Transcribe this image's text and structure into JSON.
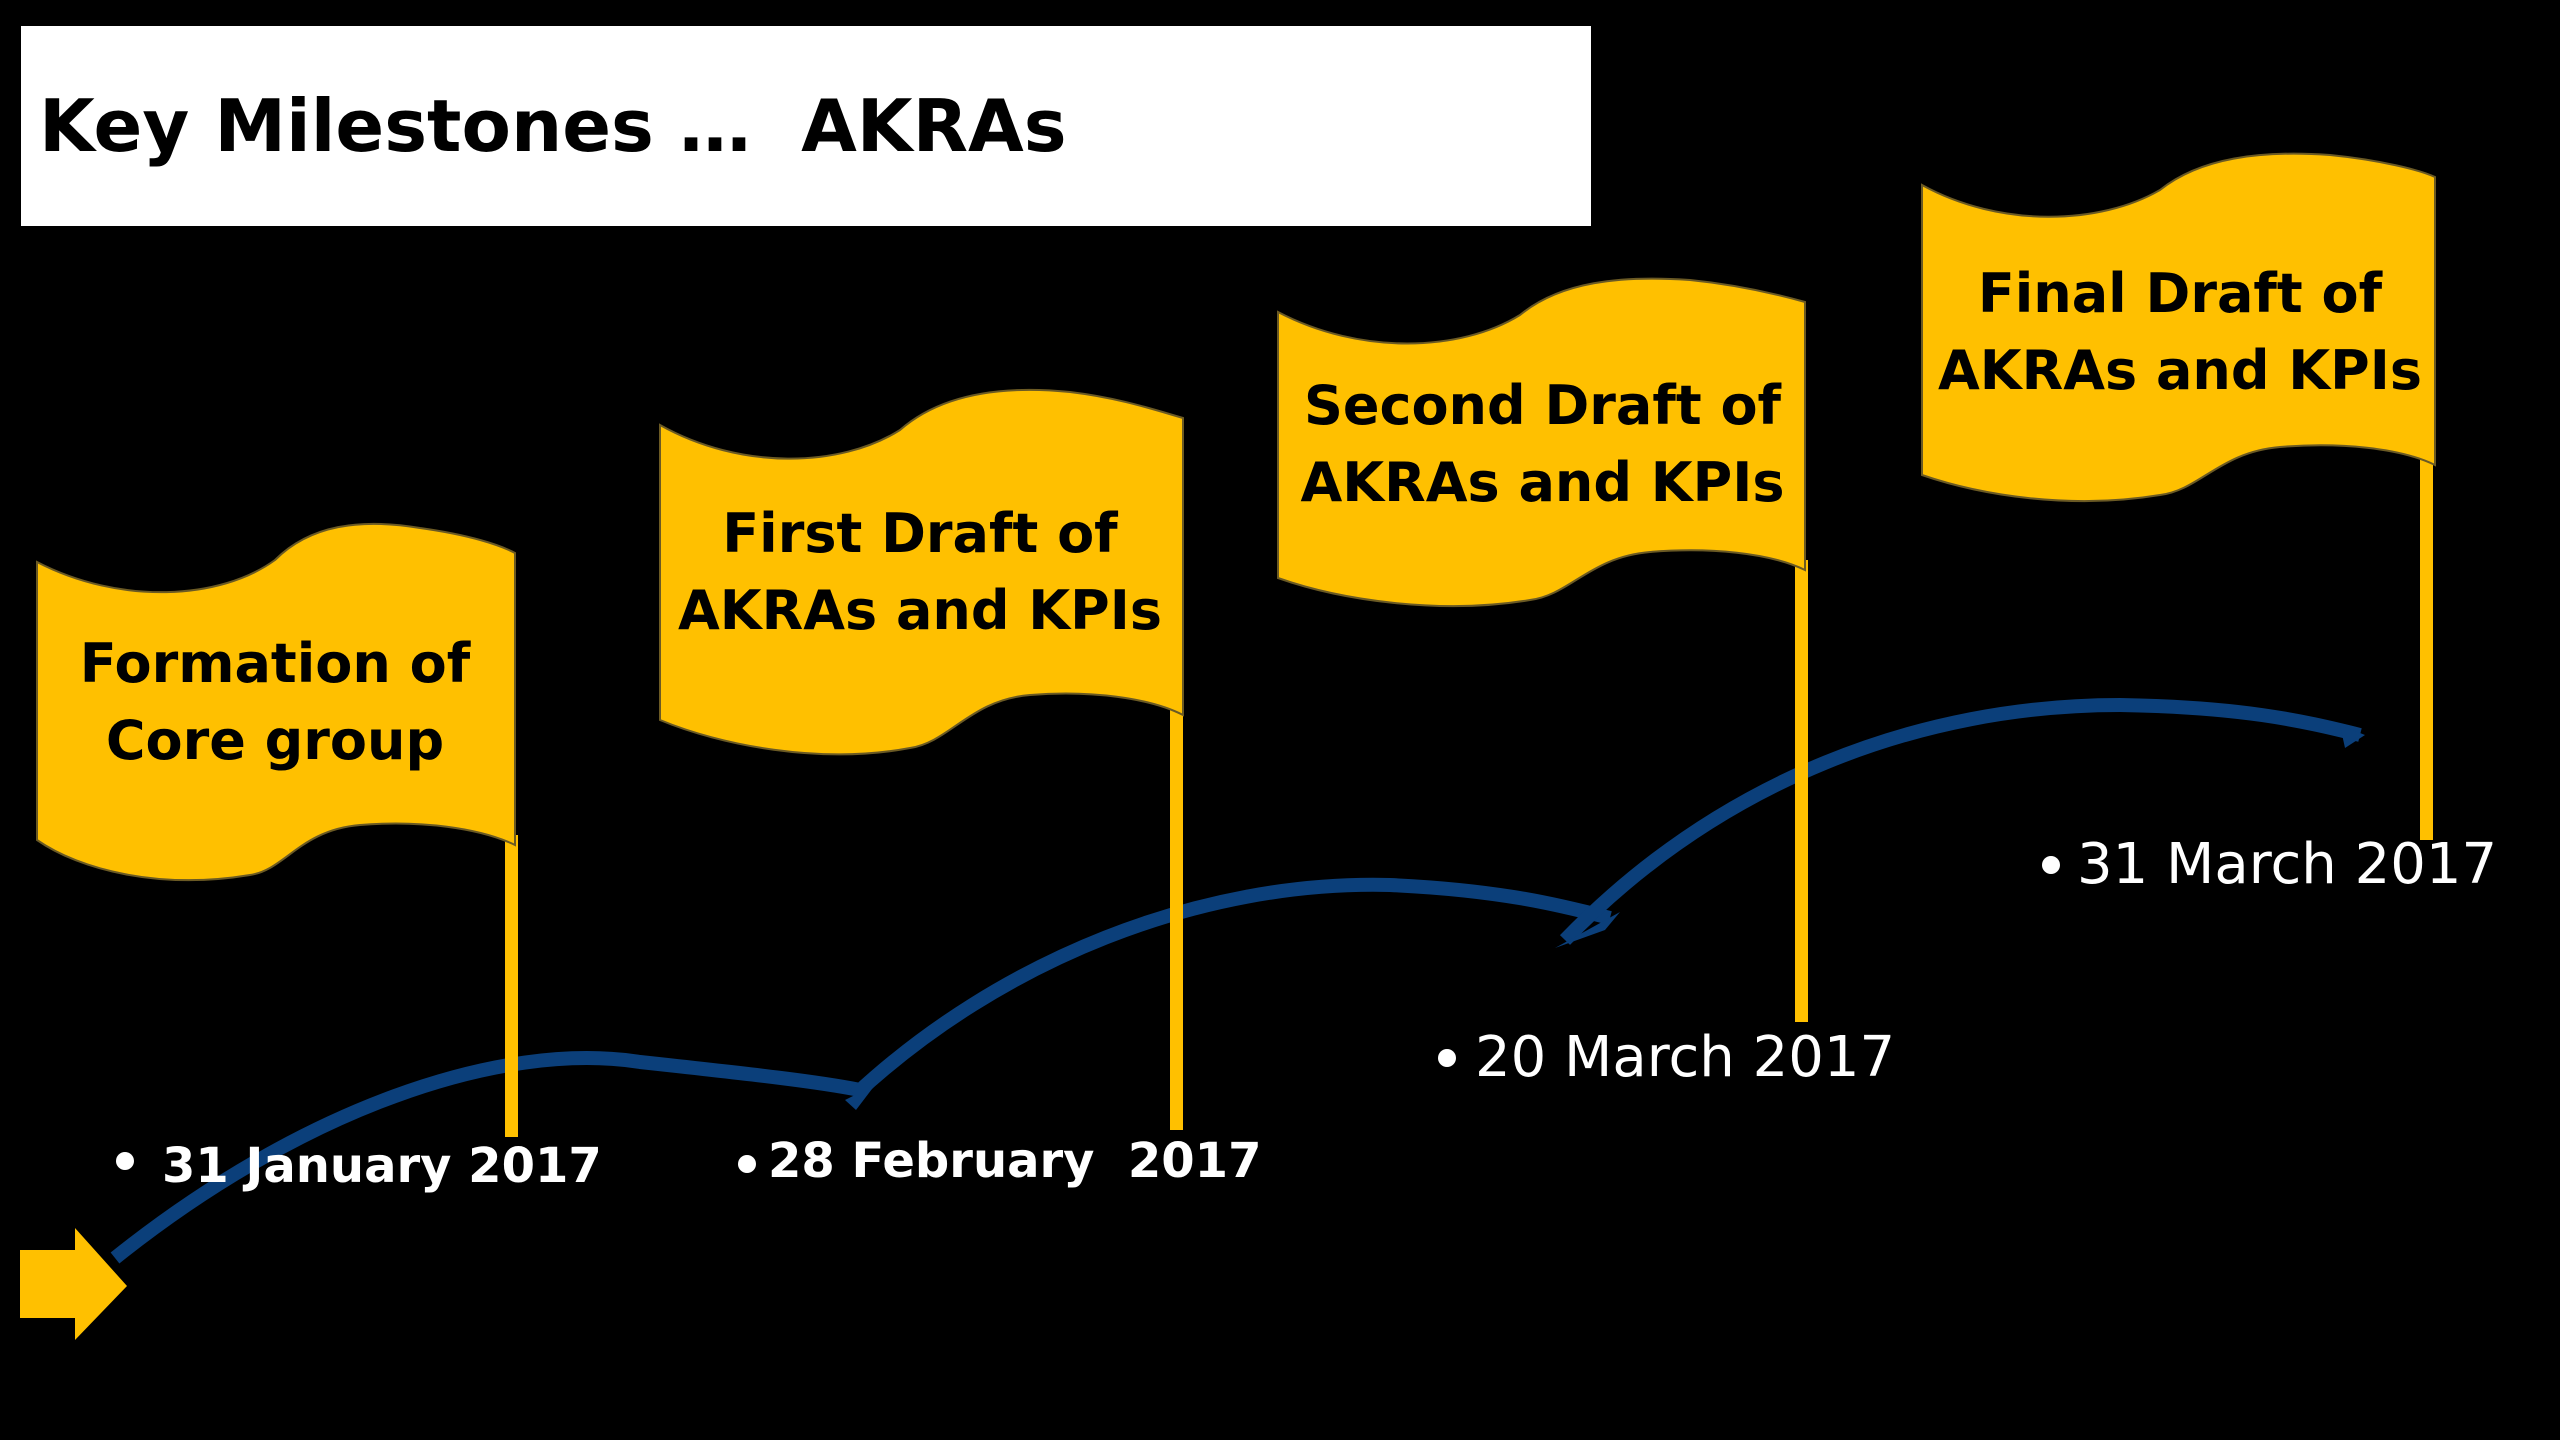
{
  "title": "Key Milestones …  AKRAs",
  "colors": {
    "background": "#000000",
    "flag": "#FFC000",
    "pole": "#FFC000",
    "arrow": "#0B3F7A",
    "start_arrow": "#FFC000"
  },
  "milestones": [
    {
      "flag_line1": "Formation of",
      "flag_line2": "Core group",
      "date": "31 January 2017"
    },
    {
      "flag_line1": "First Draft of",
      "flag_line2": "AKRAs and KPIs",
      "date": "28 February  2017"
    },
    {
      "flag_line1": "Second Draft of",
      "flag_line2": "AKRAs and KPIs",
      "date": "20 March 2017"
    },
    {
      "flag_line1": "Final Draft of",
      "flag_line2": "AKRAs and KPIs",
      "date": "31 March 2017"
    }
  ]
}
